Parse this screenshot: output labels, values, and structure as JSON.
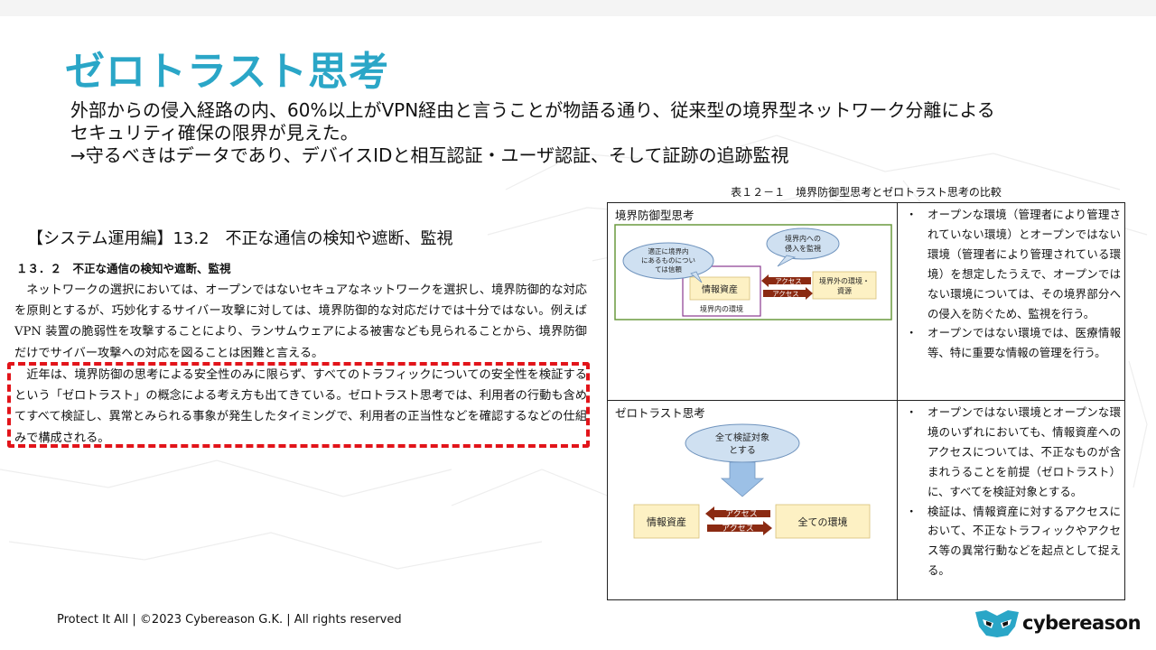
{
  "slide": {
    "title": "ゼロトラスト思考",
    "lead": [
      "外部からの侵入経路の内、60%以上がVPN経由と言うことが物語る通り、従来型の境界型ネットワーク分離による",
      "セキュリティ確保の限界が見えた。",
      "→守るべきはデータであり、デバイスIDと相互認証・ユーザ認証、そして証跡の追跡監視"
    ],
    "accent_color": "#2aa6c7",
    "highlight_color": "#e2141a"
  },
  "excerpt": {
    "heading": "【システム運用編】13.2　不正な通信の検知や遮断、監視",
    "subheading": "１３．２　不正な通信の検知や遮断、監視",
    "paragraph1": "ネットワークの選択においては、オープンではないセキュアなネットワークを選択し、境界防御的な対応を原則とするが、巧妙化するサイバー攻撃に対しては、境界防御的な対応だけでは十分ではない。例えば VPN 装置の脆弱性を攻撃することにより、ランサムウェアによる被害なども見られることから、境界防御だけでサイバー攻撃への対応を図ることは困難と言える。",
    "paragraph2": "近年は、境界防御の思考による安全性のみに限らず、すべてのトラフィックについての安全性を検証するという「ゼロトラスト」の概念による考え方も出てきている。ゼロトラスト思考では、利用者の行動も含めてすべて検証し、異常とみられる事象が発生したタイミングで、利用者の正当性などを確認するなどの仕組みで構成される。"
  },
  "comparison_table": {
    "caption": "表１２－１　境界防御型思考とゼロトラスト思考の比較",
    "rows": [
      {
        "title": "境界防御型思考",
        "diagram": {
          "bubble_left": [
            "適正に境界内",
            "にあるものについ",
            "ては信頼"
          ],
          "bubble_right": [
            "境界内への",
            "侵入を監視"
          ],
          "asset_label": "情報資産",
          "inner_label": "境界内の環境",
          "outer_label": [
            "境界外の環境・",
            "資源"
          ],
          "arrow_top": "アクセス",
          "arrow_bottom": "アクセス"
        },
        "bullets": [
          "オープンな環境（管理者により管理されていない環境）とオープンではない環境（管理者により管理されている環境）を想定したうえで、オープンではない環境については、その境界部分への侵入を防ぐため、監視を行う。",
          "オープンではない環境では、医療情報等、特に重要な情報の管理を行う。"
        ]
      },
      {
        "title": "ゼロトラスト思考",
        "diagram": {
          "bubble": [
            "全て検証対象",
            "とする"
          ],
          "asset_label": "情報資産",
          "env_label": "全ての環境",
          "arrow_top": "アクセス",
          "arrow_bottom": "アクセス"
        },
        "bullets": [
          "オープンではない環境とオープンな環境のいずれにおいても、情報資産へのアクセスについては、不正なものが含まれうることを前提（ゼロトラスト）に、すべてを検証対象とする。",
          "検証は、情報資産に対するアクセスにおいて、不正なトラフィックやアクセス等の異常行動などを起点として捉える。"
        ]
      }
    ]
  },
  "footer": {
    "copyright": "Protect It All | ©2023 Cybereason G.K. | All rights reserved",
    "brand": "cybereason"
  }
}
